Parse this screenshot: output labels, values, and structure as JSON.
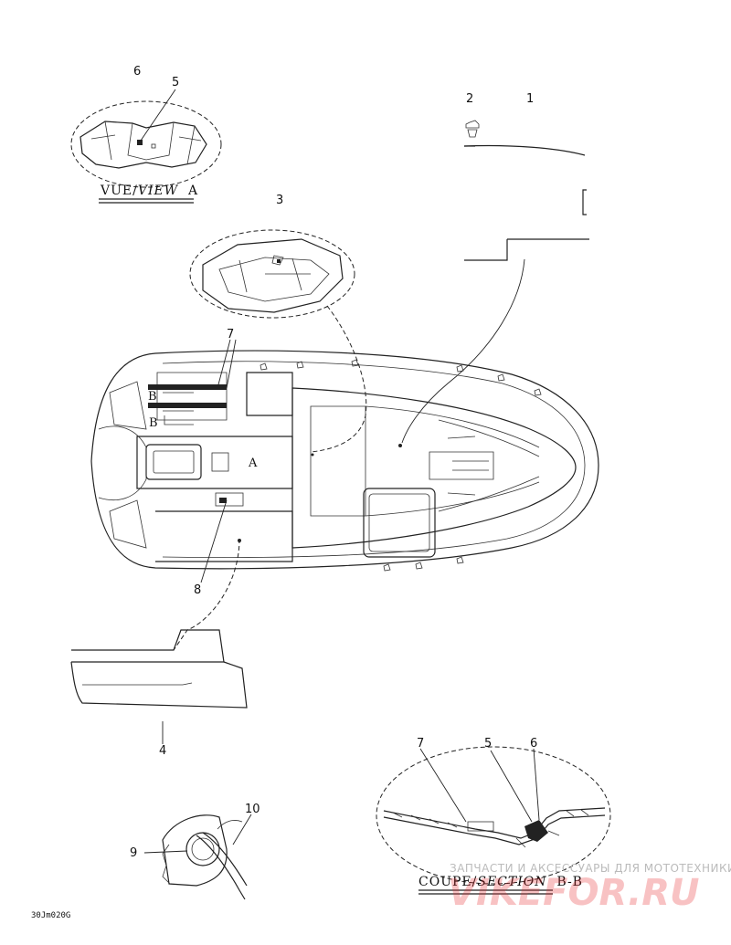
{
  "callouts": {
    "c1": "1",
    "c2": "2",
    "c3": "3",
    "c4": "4",
    "c5_view": "5",
    "c6_view": "6",
    "c7_deck": "7",
    "c8": "8",
    "c9": "9",
    "c10": "10",
    "c5_section": "5",
    "c6_section": "6",
    "c7_section": "7"
  },
  "view_a": {
    "prefix": "VUE/",
    "title": "VIEW",
    "letter": "A"
  },
  "section_bb": {
    "prefix": "COUPE/",
    "title": "SECTION",
    "letter": "B-B"
  },
  "deck_marks": {
    "a": "A",
    "b_upper": "B",
    "b_lower": "B"
  },
  "drawing_code": "30Jm020G",
  "watermark": {
    "tagline": "ЗАПЧАСТИ И АКСЕССУАРЫ ДЛЯ МОТОТЕХНИКИ",
    "logo": "VIKEFOR.RU",
    "logo_color": "#e8282b"
  },
  "colors": {
    "line": "#222222",
    "background": "#ffffff"
  }
}
